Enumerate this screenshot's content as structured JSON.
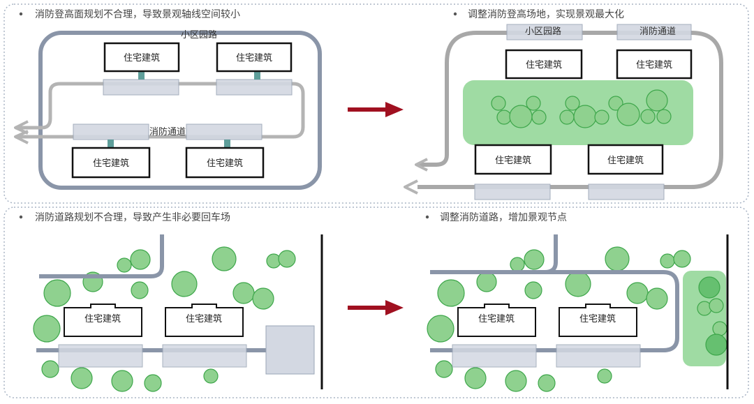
{
  "panels": {
    "top_left": {
      "title": "消防登高面规划不合理，导致景观轴线空间较小"
    },
    "top_right": {
      "title": "调整消防登高场地，实现景观最大化"
    },
    "bottom_left": {
      "title": "消防道路规划不合理，导致产生非必要回车场"
    },
    "bottom_right": {
      "title": "调整消防道路，增加景观节点"
    }
  },
  "labels": {
    "building": "住宅建筑",
    "community_road": "小区园路",
    "fire_lane": "消防通道"
  },
  "colors": {
    "road": "#8a95a8",
    "fire_lane_gray": "#b4b4b4",
    "platform": "#d3d8e2",
    "platform_border": "#9aa5b5",
    "tree_fill": "#8fd18f",
    "tree_stroke": "#3da64a",
    "landscape_zone": "#9fdba3",
    "arrow": "#a01020",
    "connector": "#5e9e9a",
    "border_dots": "#a8b4c4"
  }
}
